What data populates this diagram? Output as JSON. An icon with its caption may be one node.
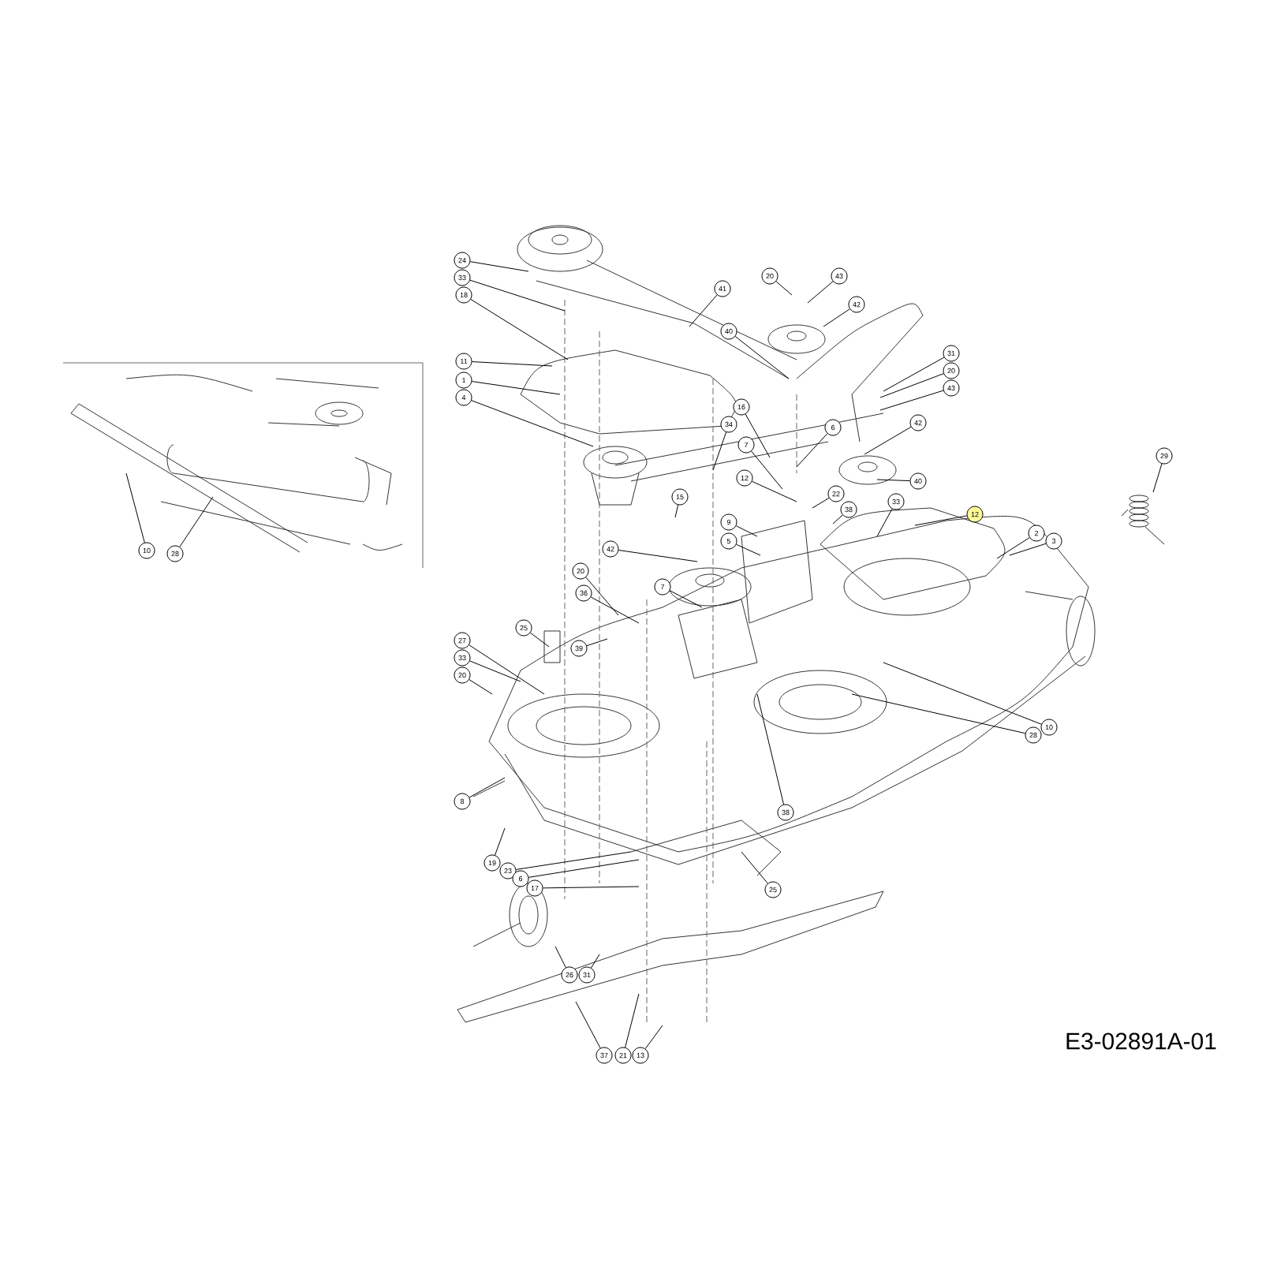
{
  "diagram": {
    "nodes": [
      {
        "text": [
          "24"
        ]
      },
      {
        "text": [
          "33"
        ]
      },
      {
        "text": [
          "18"
        ]
      },
      {
        "text": [
          "11"
        ]
      },
      {
        "text": [
          "1"
        ]
      },
      {
        "text": [
          "4"
        ]
      },
      {
        "text": [
          "41"
        ]
      },
      {
        "text": [
          "20"
        ]
      },
      {
        "text": [
          "43"
        ]
      },
      {
        "text": [
          "42"
        ]
      },
      {
        "text": [
          "40"
        ]
      },
      {
        "text": [
          "31"
        ]
      },
      {
        "text": [
          "20"
        ]
      },
      {
        "text": [
          "43"
        ]
      },
      {
        "text": [
          "16"
        ]
      },
      {
        "text": [
          "34"
        ]
      },
      {
        "text": [
          "6"
        ]
      },
      {
        "text": [
          "7"
        ]
      },
      {
        "text": [
          "42"
        ]
      },
      {
        "text": [
          "12"
        ]
      },
      {
        "text": [
          "40"
        ]
      },
      {
        "text": [
          "22"
        ]
      },
      {
        "text": [
          "15"
        ]
      },
      {
        "text": [
          "38"
        ]
      },
      {
        "text": [
          "33"
        ]
      },
      {
        "text": [
          "12"
        ]
      },
      {
        "text": [
          "9"
        ]
      },
      {
        "text": [
          "2"
        ]
      },
      {
        "text": [
          "3"
        ]
      },
      {
        "text": [
          "42"
        ]
      },
      {
        "text": [
          "5"
        ]
      },
      {
        "text": [
          "20"
        ]
      },
      {
        "text": [
          "7"
        ]
      },
      {
        "text": [
          "36"
        ]
      },
      {
        "text": [
          "29"
        ]
      },
      {
        "text": [
          "25"
        ]
      },
      {
        "text": [
          "39"
        ]
      },
      {
        "text": [
          "27"
        ]
      },
      {
        "text": [
          "33"
        ]
      },
      {
        "text": [
          "20"
        ]
      },
      {
        "text": [
          "10"
        ]
      },
      {
        "text": [
          "28"
        ]
      },
      {
        "text": [
          "38"
        ]
      },
      {
        "text": [
          "8"
        ]
      },
      {
        "text": [
          "19"
        ]
      },
      {
        "text": [
          "23"
        ]
      },
      {
        "text": [
          "6"
        ]
      },
      {
        "text": [
          "17"
        ]
      },
      {
        "text": [
          "25"
        ]
      },
      {
        "text": [
          "26"
        ]
      },
      {
        "text": [
          "31"
        ]
      },
      {
        "text": [
          "37"
        ]
      },
      {
        "text": [
          "21"
        ]
      },
      {
        "text": [
          "13"
        ]
      },
      {
        "text": [
          "10"
        ]
      },
      {
        "text": [
          "28"
        ]
      }
    ],
    "edges": [
      {
        "from": 0,
        "to": null,
        "arrow": "none"
      },
      {
        "from": 1,
        "to": null,
        "arrow": "none"
      },
      {
        "from": 2,
        "to": null,
        "arrow": "none"
      },
      {
        "from": 3,
        "to": null,
        "arrow": "none"
      },
      {
        "from": 4,
        "to": null,
        "arrow": "none"
      },
      {
        "from": 5,
        "to": null,
        "arrow": "none"
      },
      {
        "from": 6,
        "to": null,
        "arrow": "none"
      },
      {
        "from": 7,
        "to": null,
        "arrow": "none"
      },
      {
        "from": 8,
        "to": null,
        "arrow": "none"
      },
      {
        "from": 9,
        "to": null,
        "arrow": "none"
      },
      {
        "from": 10,
        "to": null,
        "arrow": "none"
      },
      {
        "from": 11,
        "to": null,
        "arrow": "none"
      },
      {
        "from": 12,
        "to": null,
        "arrow": "none"
      },
      {
        "from": 13,
        "to": null,
        "arrow": "none"
      },
      {
        "from": 14,
        "to": null,
        "arrow": "none"
      },
      {
        "from": 15,
        "to": null,
        "arrow": "none"
      },
      {
        "from": 16,
        "to": null,
        "arrow": "none"
      },
      {
        "from": 17,
        "to": null,
        "arrow": "none"
      },
      {
        "from": 18,
        "to": null,
        "arrow": "none"
      },
      {
        "from": 19,
        "to": null,
        "arrow": "none"
      },
      {
        "from": 20,
        "to": null,
        "arrow": "none"
      },
      {
        "from": 21,
        "to": null,
        "arrow": "none"
      },
      {
        "from": 22,
        "to": null,
        "arrow": "none"
      },
      {
        "from": 23,
        "to": null,
        "arrow": "none"
      },
      {
        "from": 24,
        "to": null,
        "arrow": "none"
      },
      {
        "from": 25,
        "to": null,
        "arrow": "none"
      },
      {
        "from": 26,
        "to": null,
        "arrow": "none"
      },
      {
        "from": 27,
        "to": null,
        "arrow": "none"
      },
      {
        "from": 28,
        "to": null,
        "arrow": "none"
      },
      {
        "from": 29,
        "to": null,
        "arrow": "none"
      },
      {
        "from": 30,
        "to": null,
        "arrow": "none"
      },
      {
        "from": 31,
        "to": null,
        "arrow": "none"
      },
      {
        "from": 32,
        "to": null,
        "arrow": "none"
      },
      {
        "from": 33,
        "to": null,
        "arrow": "none"
      },
      {
        "from": 34,
        "to": null,
        "arrow": "none"
      },
      {
        "from": 35,
        "to": null,
        "arrow": "none"
      },
      {
        "from": 36,
        "to": null,
        "arrow": "none"
      },
      {
        "from": 37,
        "to": null,
        "arrow": "none"
      },
      {
        "from": 38,
        "to": null,
        "arrow": "none"
      },
      {
        "from": 39,
        "to": null,
        "arrow": "none"
      },
      {
        "from": 40,
        "to": null,
        "arrow": "none"
      },
      {
        "from": 41,
        "to": null,
        "arrow": "none"
      },
      {
        "from": 42,
        "to": null,
        "arrow": "none"
      },
      {
        "from": 43,
        "to": null,
        "arrow": "none"
      },
      {
        "from": 44,
        "to": null,
        "arrow": "none"
      },
      {
        "from": 45,
        "to": null,
        "arrow": "none"
      },
      {
        "from": 46,
        "to": null,
        "arrow": "none"
      },
      {
        "from": 47,
        "to": null,
        "arrow": "none"
      },
      {
        "from": 48,
        "to": null,
        "arrow": "none"
      },
      {
        "from": 49,
        "to": null,
        "arrow": "none"
      },
      {
        "from": 50,
        "to": null,
        "arrow": "none"
      },
      {
        "from": 51,
        "to": null,
        "arrow": "none"
      },
      {
        "from": 52,
        "to": null,
        "arrow": "none"
      },
      {
        "from": 53,
        "to": null,
        "arrow": "none"
      },
      {
        "from": 54,
        "to": null,
        "arrow": "none"
      },
      {
        "from": 55,
        "to": null,
        "arrow": "none"
      }
    ],
    "labels": [
      "E3-02891A-01"
    ]
  }
}
